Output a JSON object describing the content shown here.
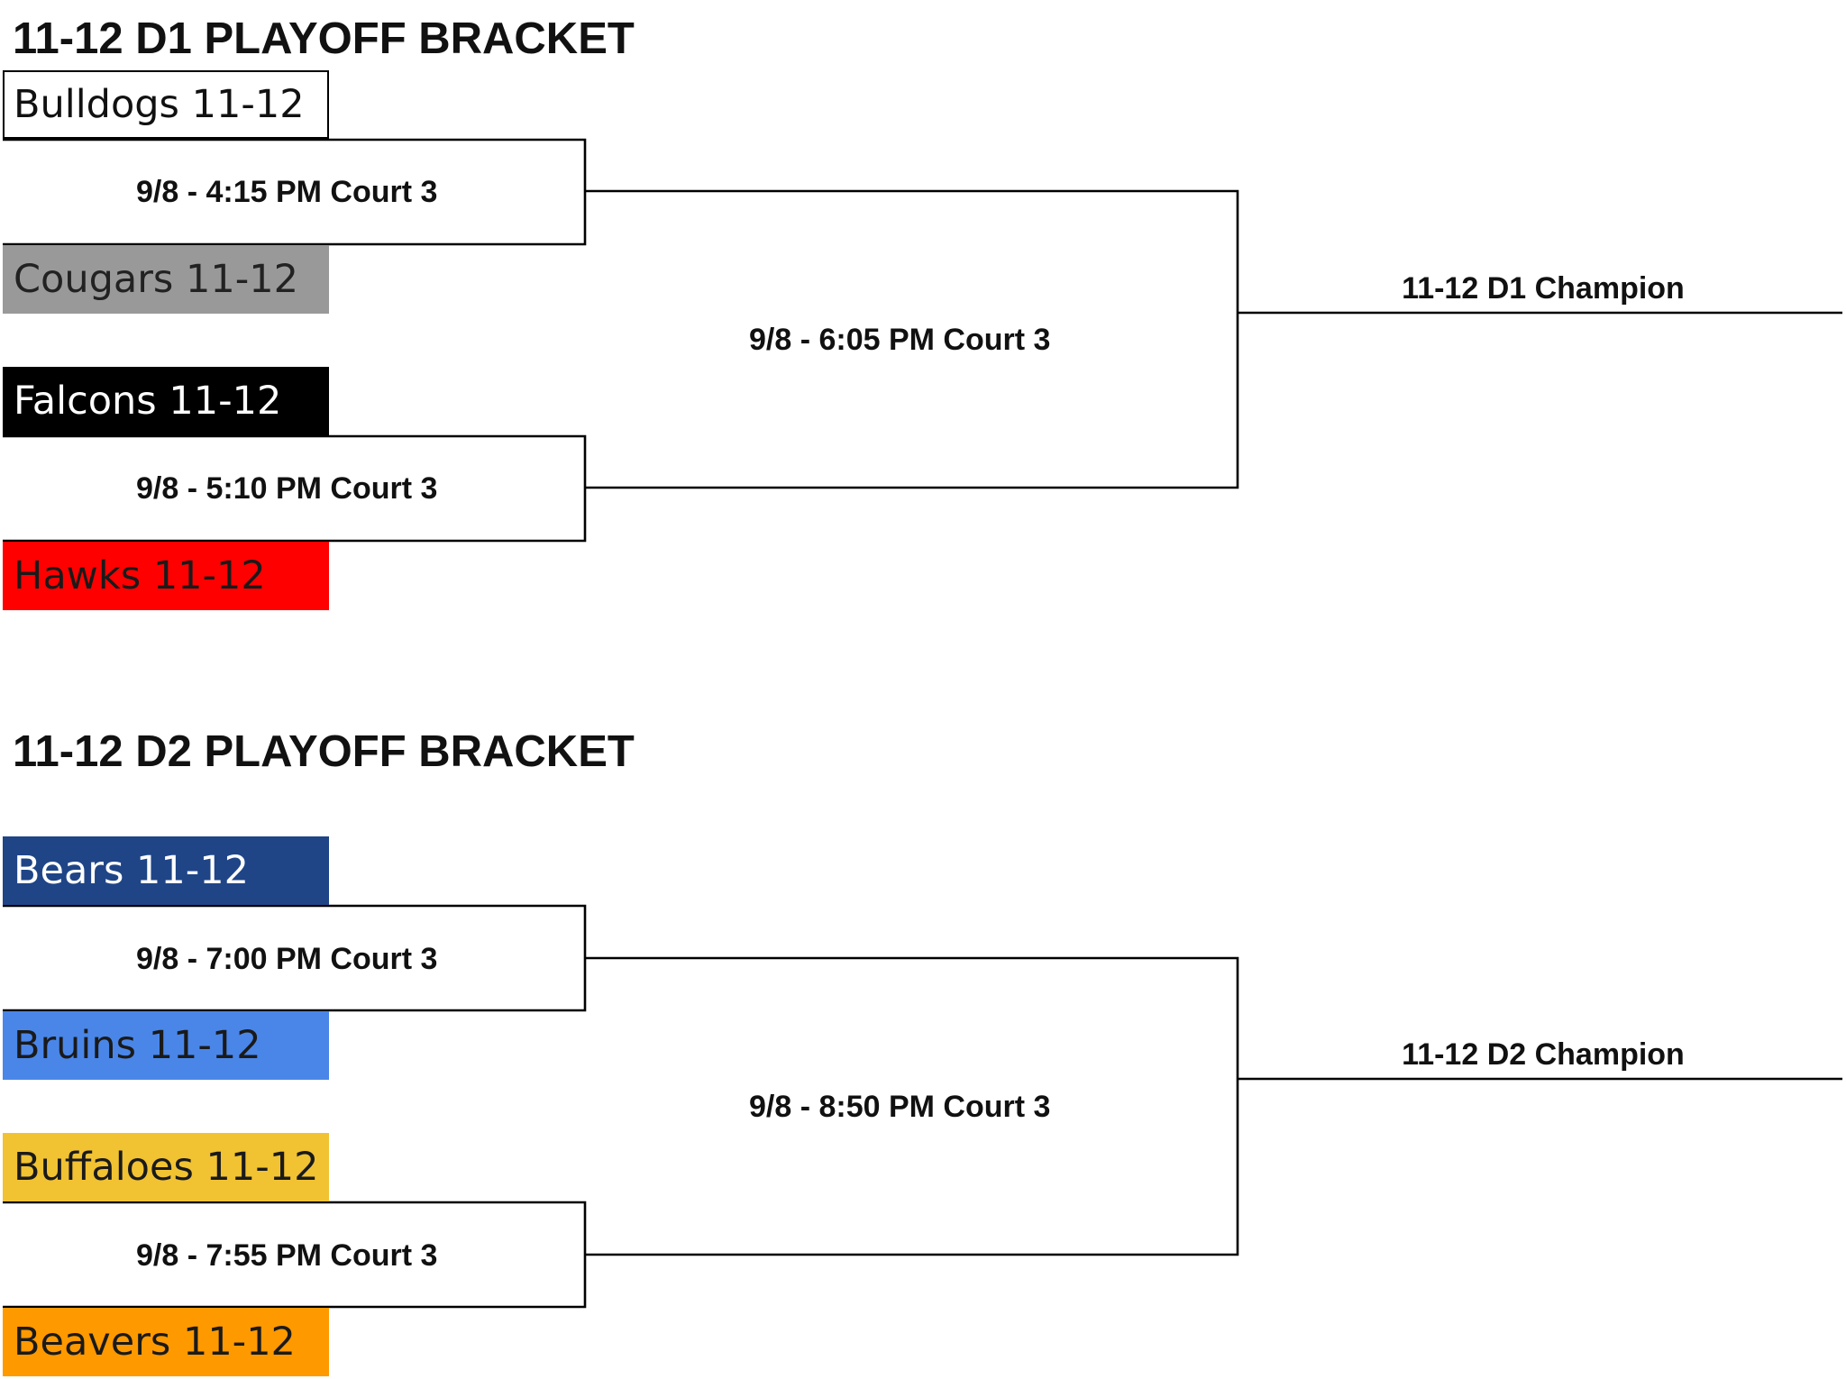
{
  "brackets": [
    {
      "title": "11-12 D1 PLAYOFF BRACKET",
      "teams": [
        {
          "label": "Bulldogs 11-12",
          "bg": "#ffffff",
          "fg": "#111111"
        },
        {
          "label": "Cougars 11-12",
          "bg": "#999999",
          "fg": "#222222"
        },
        {
          "label": "Falcons 11-12",
          "bg": "#000000",
          "fg": "#ffffff"
        },
        {
          "label": "Hawks 11-12",
          "bg": "#ff0000",
          "fg": "#1a1a1a"
        }
      ],
      "games": {
        "semi1": "9/8 - 4:15 PM Court 3",
        "semi2": "9/8 - 5:10 PM Court 3",
        "final": "9/8 - 6:05 PM Court 3"
      },
      "champion": "11-12 D1 Champion"
    },
    {
      "title": "11-12 D2 PLAYOFF BRACKET",
      "teams": [
        {
          "label": "Bears 11-12",
          "bg": "#1f4587",
          "fg": "#ffffff"
        },
        {
          "label": "Bruins 11-12",
          "bg": "#4a86e8",
          "fg": "#1a1a1a"
        },
        {
          "label": "Buffaloes 11-12",
          "bg": "#f1c232",
          "fg": "#1a1a1a"
        },
        {
          "label": "Beavers 11-12",
          "bg": "#ff9900",
          "fg": "#1a1a1a"
        }
      ],
      "games": {
        "semi1": "9/8 - 7:00 PM Court 3",
        "semi2": "9/8 - 7:55 PM Court 3",
        "final": "9/8 - 8:50 PM Court 3"
      },
      "champion": "11-12 D2 Champion"
    }
  ]
}
